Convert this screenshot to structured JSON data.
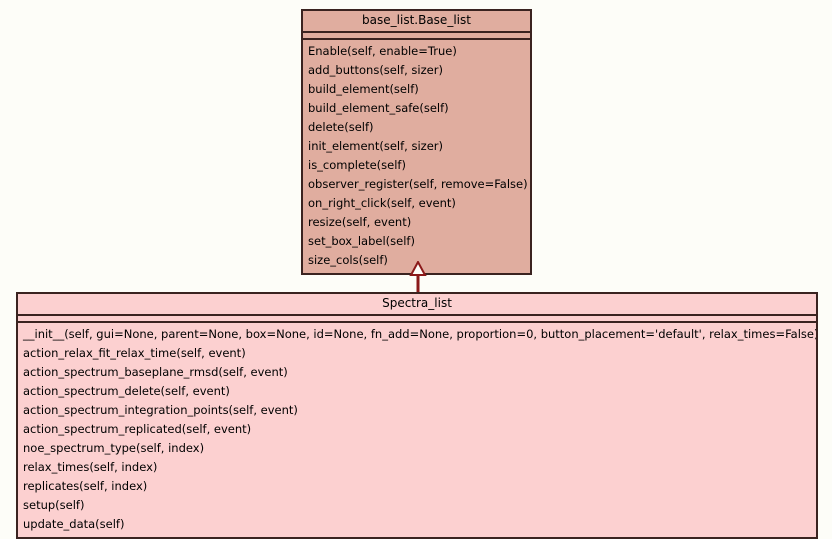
{
  "diagram": {
    "type": "uml-class-diagram",
    "background_color": "#fdfdf8",
    "relationship": {
      "name": "inheritance",
      "from": "Spectra_list",
      "to": "base_list.Base_list",
      "arrow_color": "#8b1a1a",
      "arrow_head": "hollow-triangle"
    }
  },
  "classes": [
    {
      "id": "base-list",
      "title": "base_list.Base_list",
      "fill_color": "#e0ad9f",
      "border_color": "#3a2320",
      "attributes": [],
      "methods": [
        "Enable(self, enable=True)",
        "add_buttons(self, sizer)",
        "build_element(self)",
        "build_element_safe(self)",
        "delete(self)",
        "init_element(self, sizer)",
        "is_complete(self)",
        "observer_register(self, remove=False)",
        "on_right_click(self, event)",
        "resize(self, event)",
        "set_box_label(self)",
        "size_cols(self)"
      ]
    },
    {
      "id": "spectra-list",
      "title": "Spectra_list",
      "fill_color": "#fcd0d0",
      "border_color": "#3a2320",
      "attributes": [],
      "methods": [
        "__init__(self, gui=None, parent=None, box=None, id=None, fn_add=None, proportion=0, button_placement='default', relax_times=False)",
        "action_relax_fit_relax_time(self, event)",
        "action_spectrum_baseplane_rmsd(self, event)",
        "action_spectrum_delete(self, event)",
        "action_spectrum_integration_points(self, event)",
        "action_spectrum_replicated(self, event)",
        "noe_spectrum_type(self, index)",
        "relax_times(self, index)",
        "replicates(self, index)",
        "setup(self)",
        "update_data(self)"
      ]
    }
  ]
}
